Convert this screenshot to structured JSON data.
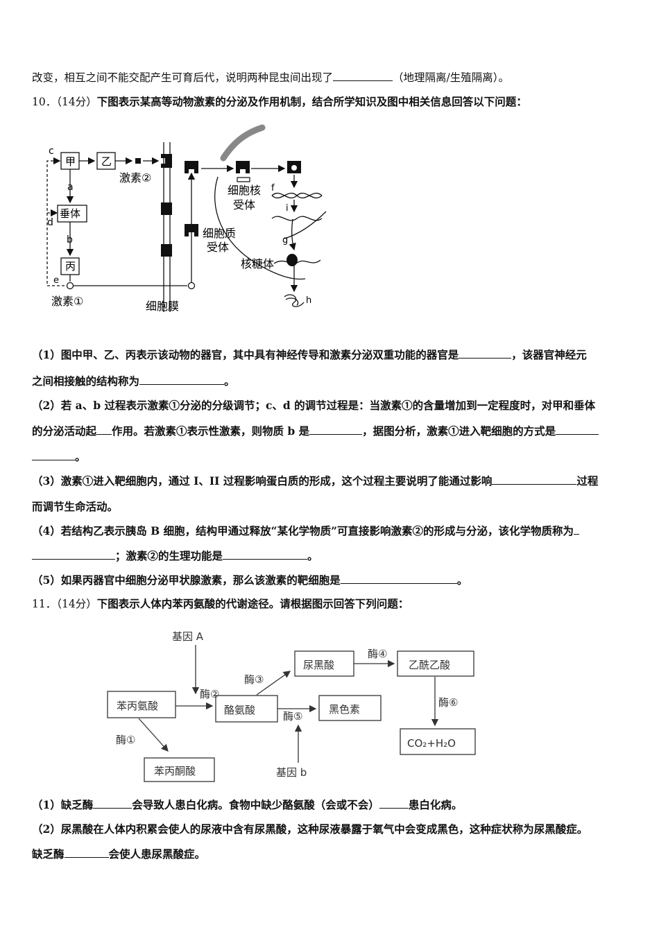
{
  "intro_line": {
    "text_a": "改变，相互之间不能交配产生可育后代，说明两种昆虫间出现了",
    "text_b": "（地理隔离/生殖隔离）。"
  },
  "q10": {
    "number": "10．",
    "score": "（14分）",
    "stem": "下图表示某高等动物激素的分泌及作用机制，结合所学知识及图中相关信息回答以下问题：",
    "figure": {
      "jia": "甲",
      "yi": "乙",
      "chuiti": "垂体",
      "bing": "丙",
      "hormone1": "激素①",
      "hormone2": "激素②",
      "membrane": "细胞膜",
      "cyto_receptor_1": "细胞质",
      "cyto_receptor_2": "受体",
      "nuc_receptor_1": "细胞核",
      "nuc_receptor_2": "受体",
      "ribosome": "核糖体",
      "a": "a",
      "b": "b",
      "c": "c",
      "d": "d",
      "e": "e",
      "f": "f",
      "g": "g",
      "h": "h",
      "i": "i"
    },
    "p1_a": "（1）图中甲、乙、丙表示该动物的器官，其中具有神经传导和激素分泌双重功能的器官是",
    "p1_b": "，该器官神经元",
    "p1_c": "之间相接触的结构称为",
    "p1_d": "。",
    "p2_a": "（2）若 a、b 过程表示激素①分泌的分级调节；c、d 的调节过程是：当激素①的含量增加到一定程度时，对甲和垂体",
    "p2_b": "的分泌活动起",
    "p2_c": "作用。若激素①表示性激素，则物质 b 是",
    "p2_d": "，据图分析，激素①进入靶细胞的方式是",
    "p2_e": "。",
    "p3_a": "（3）激素①进入靶细胞内，通过 I、II 过程影响蛋白质的形成，这个过程主要说明了能通过影响",
    "p3_b": "过程",
    "p3_c": "而调节生命活动。",
    "p4_a": "（4）若结构乙表示胰岛 B 细胞，结构甲通过释放“某化学物质”可直接影响激素②的形成与分泌，该化学物质称为",
    "p4_b": "；激素②的生理功能是",
    "p4_c": "。",
    "p5_a": "（5）如果丙器官中细胞分泌甲状腺激素，那么该激素的靶细胞是",
    "p5_b": "。"
  },
  "q11": {
    "number": "11．",
    "score": "（14分）",
    "stem": "下图表示人体内苯丙氨酸的代谢途径。请根据图示回答下列问题：",
    "figure": {
      "gene_a": "基因 A",
      "gene_b": "基因 b",
      "phe": "苯丙氨酸",
      "tyr": "酪氨酸",
      "hga": "尿黑酸",
      "aaa": "乙酰乙酸",
      "melanin": "黑色素",
      "ppa": "苯丙酮酸",
      "co2_h2o": "CO₂+H₂O",
      "e1": "酶①",
      "e2": "酶②",
      "e3": "酶③",
      "e4": "酶④",
      "e5": "酶⑤",
      "e6": "酶⑥"
    },
    "p1_a": "（1）缺乏酶",
    "p1_b": "会导致人患白化病。食物中缺少酪氨酸（会或不会）",
    "p1_c": "患白化病。",
    "p2_a": "（2）尿黑酸在人体内积累会使人的尿液中含有尿黑酸，这种尿液暴露于氧气中会变成黑色，这种症状称为尿黑酸症。",
    "p2_b": "缺乏酶",
    "p2_c": "会使人患尿黑酸症。"
  }
}
